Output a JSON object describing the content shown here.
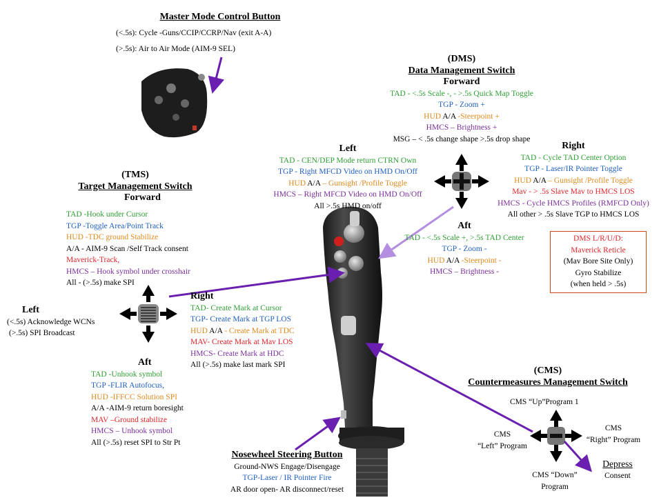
{
  "master_mode": {
    "title": "Master Mode Control Button",
    "line1": "(<.5s): Cycle -Guns/CCIP/CCRP/Nav (exit A-A)",
    "line2": "(>.5s): Air to Air Mode (AIM-9 SEL)"
  },
  "dms": {
    "abbr": "(DMS)",
    "title": "Data Management Switch",
    "forward": {
      "heading": "Forward",
      "tad": "TAD - <.5s Scale -, - >.5s Quick Map Toggle",
      "tgp": "TGP - Zoom +",
      "hud_pre": "HUD ",
      "hud_mid": "A/A",
      "hud_post": " -Steerpoint +",
      "hmcs": "HMCS – Brightness +",
      "msg": "MSG – < .5s change shape >.5s drop shape"
    },
    "left": {
      "heading": "Left",
      "tad": "TAD - CEN/DEP Mode return CTRN Own",
      "tgp": "TGP - Right MFCD Video on HMD On/Off",
      "hud_pre": "HUD ",
      "hud_mid": "A/A",
      "hud_post": " – Gunsight /Profile Toggle",
      "hmcs": "HMCS – Right MFCD Video on HMD On/Off",
      "all": "All >.5s HMD on/off"
    },
    "right": {
      "heading": "Right",
      "tad": "TAD - Cycle TAD Center Option",
      "tgp": "TGP - Laser/IR Pointer Toggle",
      "hud_pre": "HUD ",
      "hud_mid": "A/A",
      "hud_post": " – Gunsight /Profile Toggle",
      "mav": "Mav - > .5s Slave Mav to HMCS LOS",
      "hmcs": "HMCS - Cycle HMCS Profiles (RMFCD Only)",
      "all": "All other > .5s Slave TGP to HMCS LOS"
    },
    "aft": {
      "heading": "Aft",
      "tad": "TAD - <.5s Scale +, >.5s TAD Center",
      "tgp": "TGP - Zoom -",
      "hud_pre": "HUD ",
      "hud_mid": "A/A",
      "hud_post": " -Steerpoint -",
      "hmcs": "HMCS – Brightness -"
    },
    "note": {
      "l1": "DMS L/R/U/D:",
      "l2": "Maverick Reticle",
      "l3": "(Mav Bore Site Only)",
      "l4": "Gyro Stabilize",
      "l5": "(when held > .5s)"
    }
  },
  "tms": {
    "abbr": "(TMS)",
    "title": "Target Management Switch",
    "forward": {
      "heading": "Forward",
      "tad": "TAD -Hook under Cursor",
      "tgp": "TGP -Toggle Area/Point Track",
      "hud": "HUD -TDC ground Stabilize",
      "aa": "A/A - AIM-9 Scan /Self Track consent",
      "mav": "Maverick-Track,",
      "hmcs": "HMCS – Hook symbol under crosshair",
      "all": "All - (>.5s) make SPI"
    },
    "left": {
      "heading": "Left",
      "l1": "(<.5s) Acknowledge WCNs",
      "l2": "(>.5s) SPI Broadcast"
    },
    "right": {
      "heading": "Right",
      "tad": "TAD- Create Mark at Cursor",
      "tgp": "TGP- Create Mark at TGP LOS",
      "hud_pre": "HUD ",
      "hud_mid": "A/A",
      "hud_post": " - Create Mark at TDC",
      "mav": "MAV- Create Mark at Mav LOS",
      "hmcs": "HMCS- Create Mark at HDC",
      "all": "All (>.5s) make last mark SPI"
    },
    "aft": {
      "heading": "Aft",
      "tad": "TAD -Unhook symbol",
      "tgp": "TGP -FLIR Autofocus,",
      "hud": "HUD -IFFCC Solution SPI",
      "aa": "A/A -AIM-9 return boresight",
      "mav": "MAV –Ground stabilize",
      "hmcs": "HMCS – Unhook symbol",
      "all": "All (>.5s) reset SPI to Str Pt"
    }
  },
  "cms": {
    "abbr": "(CMS)",
    "title": "Countermeasures Management Switch",
    "up": "CMS “Up”Program 1",
    "left_l1": "CMS",
    "left_l2": "“Left” Program",
    "right_l1": "CMS",
    "right_l2": "“Right” Program",
    "down_l1": "CMS “Down”",
    "down_l2": "Program",
    "depress": "Depress",
    "consent": "Consent"
  },
  "nws": {
    "title": "Nosewheel Steering Button",
    "l1": "Ground-NWS Engage/Disengage",
    "l2": "TGP-Laser / IR Pointer Fire",
    "l3": "AR door open- AR disconnect/reset"
  },
  "colors": {
    "tad": "#2e9e34",
    "tgp": "#1f5fbf",
    "hud": "#e08a1e",
    "mav": "#e0252a",
    "hmcs": "#7a2e9a",
    "arrow_dark": "#6a1fb0",
    "arrow_light": "#b48ee0",
    "note_border": "#d0451b"
  }
}
